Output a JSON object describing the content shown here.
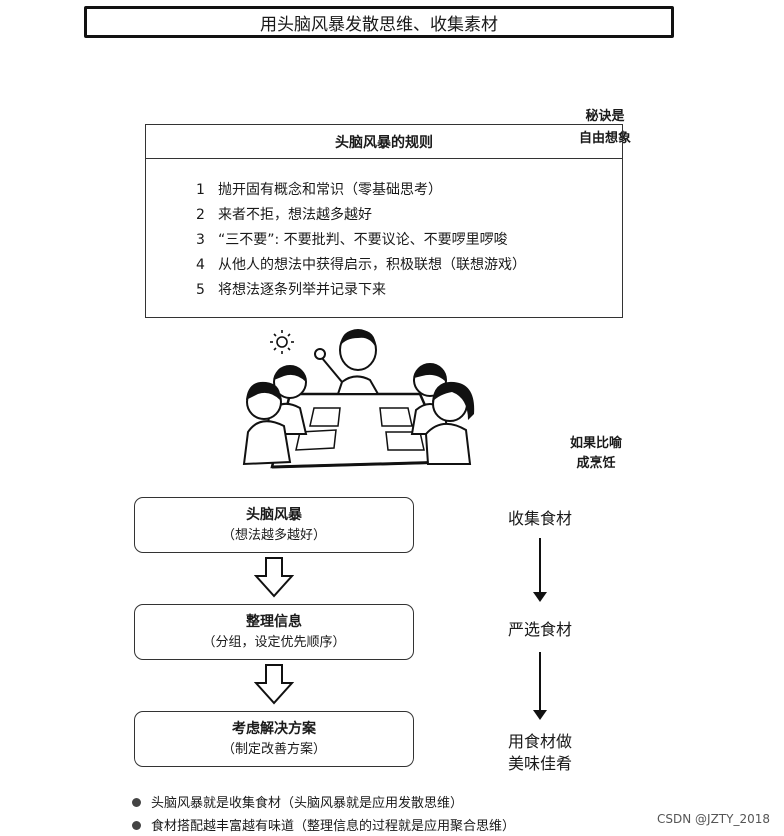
{
  "title": "用头脑风暴发散思维、收集素材",
  "secret_note": [
    "秘诀是",
    "自由想象"
  ],
  "rules": {
    "title": "头脑风暴的规则",
    "items": [
      {
        "num": "1",
        "text": "抛开固有概念和常识（零基础思考）"
      },
      {
        "num": "2",
        "text": "来者不拒，想法越多越好"
      },
      {
        "num": "3",
        "text": "“三不要”: 不要批判、不要议论、不要啰里啰唆"
      },
      {
        "num": "4",
        "text": "从他人的想法中获得启示，积极联想（联想游戏）"
      },
      {
        "num": "5",
        "text": "将想法逐条列举并记录下来"
      }
    ]
  },
  "cooking_analogy": [
    "如果比喻",
    "成烹饪"
  ],
  "steps": [
    {
      "main": "头脑风暴",
      "sub": "（想法越多越好）"
    },
    {
      "main": "整理信息",
      "sub": "（分组，设定优先顺序）"
    },
    {
      "main": "考虑解决方案",
      "sub": "（制定改善方案）"
    }
  ],
  "food_steps": [
    {
      "lines": [
        "收集食材"
      ]
    },
    {
      "lines": [
        "严选食材"
      ]
    },
    {
      "lines": [
        "用食材做",
        "美味佳肴"
      ]
    }
  ],
  "notes": [
    "头脑风暴就是收集食材（头脑风暴就是应用发散思维）",
    "食材搭配越丰富越有味道（整理信息的过程就是应用聚合思维）"
  ],
  "watermark": "CSDN @JZTY_2018",
  "colors": {
    "ink": "#1a1a1a",
    "frame": "#333333",
    "paper": "#ffffff"
  }
}
